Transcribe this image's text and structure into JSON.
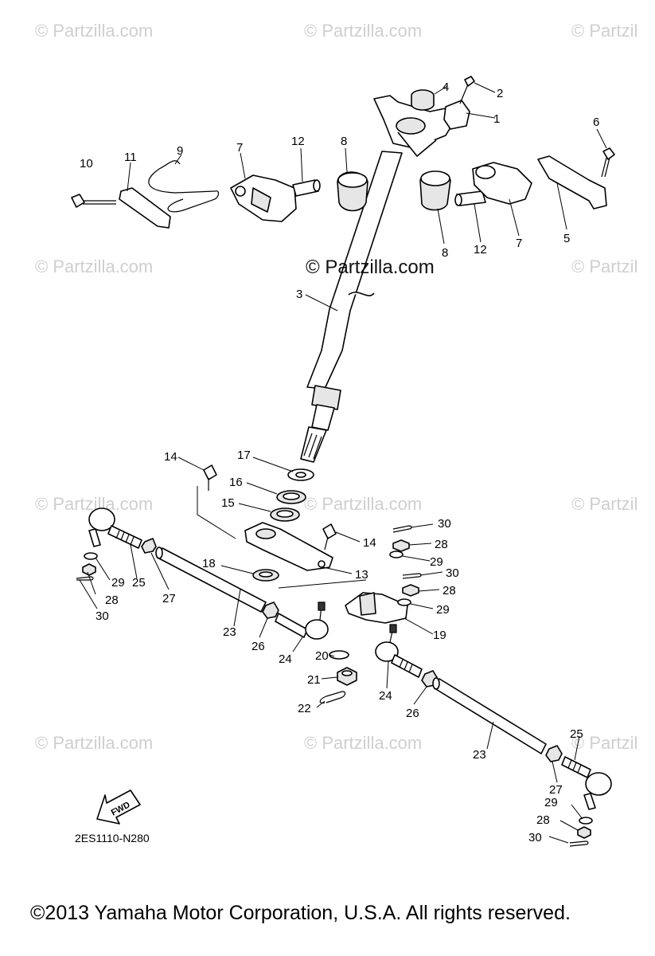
{
  "watermarks": {
    "tile_text": "© Partzilla.com",
    "tile_text_cut": "© Partzil",
    "center_text": "© Partzilla.com"
  },
  "diagram": {
    "code": "2ES1110-N280",
    "fwd_label": "FWD",
    "copyright": "©2013  Yamaha Motor Corporation, U.S.A. All rights reserved."
  },
  "callouts": {
    "c1": "1",
    "c2": "2",
    "c3": "3",
    "c4": "4",
    "c5": "5",
    "c6": "6",
    "c7a": "7",
    "c7b": "7",
    "c8a": "8",
    "c8b": "8",
    "c9": "9",
    "c10": "10",
    "c11": "11",
    "c12a": "12",
    "c12b": "12",
    "c13": "13",
    "c14a": "14",
    "c14b": "14",
    "c15": "15",
    "c16": "16",
    "c17": "17",
    "c18": "18",
    "c19": "19",
    "c20": "20",
    "c21": "21",
    "c22": "22",
    "c23a": "23",
    "c23b": "23",
    "c24a": "24",
    "c24b": "24",
    "c25a": "25",
    "c25b": "25",
    "c26a": "26",
    "c26b": "26",
    "c27a": "27",
    "c27b": "27",
    "c28a": "28",
    "c28b": "28",
    "c28c": "28",
    "c28d": "28",
    "c29a": "29",
    "c29b": "29",
    "c29c": "29",
    "c29d": "29",
    "c30a": "30",
    "c30b": "30",
    "c30c": "30",
    "c30d": "30"
  }
}
